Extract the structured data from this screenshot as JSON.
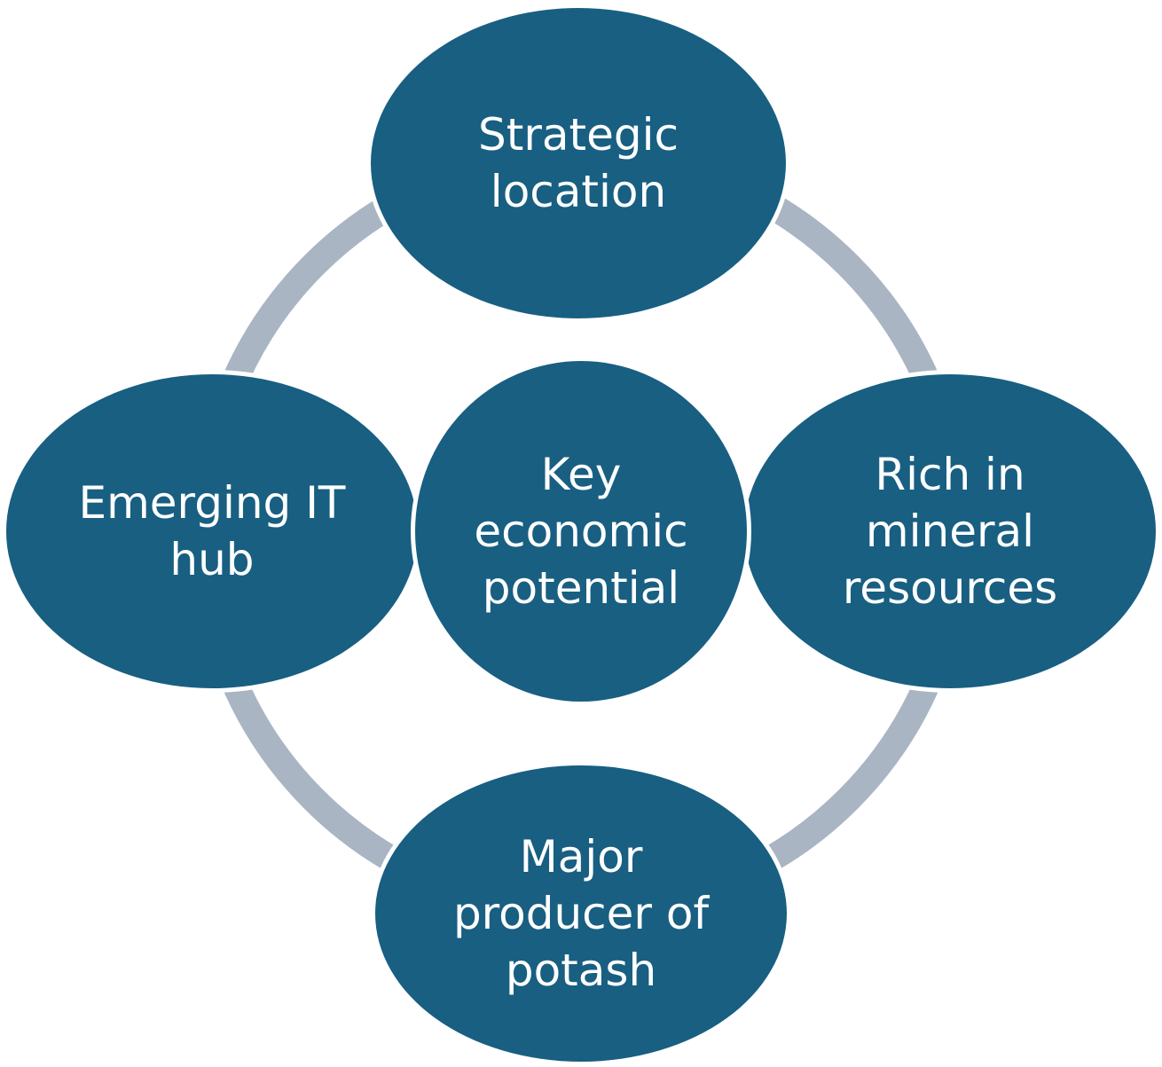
{
  "colors": {
    "node_fill": "#185f82",
    "ring": "#a9b5c2",
    "text": "#ffffff"
  },
  "center": {
    "label": "Key\neconomic\npotential"
  },
  "nodes": [
    {
      "id": "top",
      "label": "Strategic\nlocation"
    },
    {
      "id": "right",
      "label": "Rich in\nmineral\nresources"
    },
    {
      "id": "bottom",
      "label": "Major\nproducer of\npotash"
    },
    {
      "id": "left",
      "label": "Emerging IT\nhub"
    }
  ]
}
